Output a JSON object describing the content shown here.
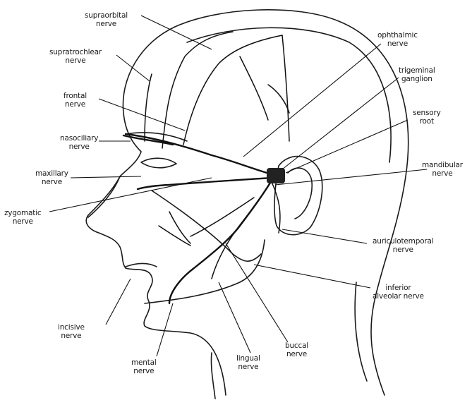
{
  "labels": {
    "supraorbital": {
      "line1": "supraorbital",
      "line2": "nerve"
    },
    "supratrochlear": {
      "line1": "supratrochlear",
      "line2": "nerve"
    },
    "frontal": {
      "line1": "frontal",
      "line2": "nerve"
    },
    "nasociliary": {
      "line1": "nasociliary",
      "line2": "nerve"
    },
    "maxillary": {
      "line1": "maxillary",
      "line2": "nerve"
    },
    "zygomatic": {
      "line1": "zygomatic",
      "line2": "nerve"
    },
    "ophthalmic": {
      "line1": "ophthalmic",
      "line2": "nerve"
    },
    "trigeminal": {
      "line1": "trigeminal",
      "line2": "ganglion"
    },
    "sensory_root": {
      "line1": "sensory",
      "line2": "root"
    },
    "mandibular": {
      "line1": "mandibular",
      "line2": "nerve"
    },
    "auriculotemporal": {
      "line1": "auriculotemporal",
      "line2": "nerve"
    },
    "inferior_alveolar": {
      "line1": "inferior",
      "line2": "alveolar nerve"
    },
    "buccal": {
      "line1": "buccal",
      "line2": "nerve"
    },
    "lingual": {
      "line1": "lingual",
      "line2": "nerve"
    },
    "mental": {
      "line1": "mental",
      "line2": "nerve"
    },
    "incisive": {
      "line1": "incisive",
      "line2": "nerve"
    }
  }
}
